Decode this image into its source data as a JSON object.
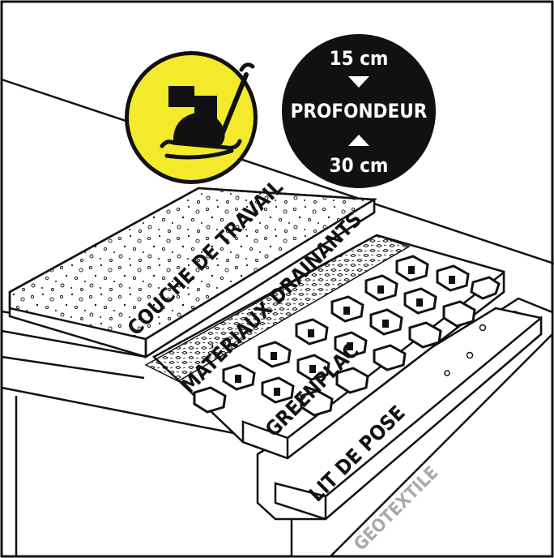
{
  "colors": {
    "outline": "#111111",
    "background": "#ffffff",
    "accent_yellow": "#f2ea2a",
    "badge_dark": "#111111",
    "geotextile_label": "#aaaaaa"
  },
  "icons": {
    "tool_icon": "wheelbarrow-shovel-icon"
  },
  "depth_badge": {
    "min": "15 cm",
    "label": "PROFONDEUR",
    "max": "30 cm"
  },
  "layers": {
    "work_layer": "COUCHE DE TRAVAIL",
    "drainage": "MATÉRIAUX DRAINANTS",
    "greenplac": "GREENPLAC",
    "bedding": "LIT DE POSE",
    "geotextile": "GEOTEXTILE"
  }
}
